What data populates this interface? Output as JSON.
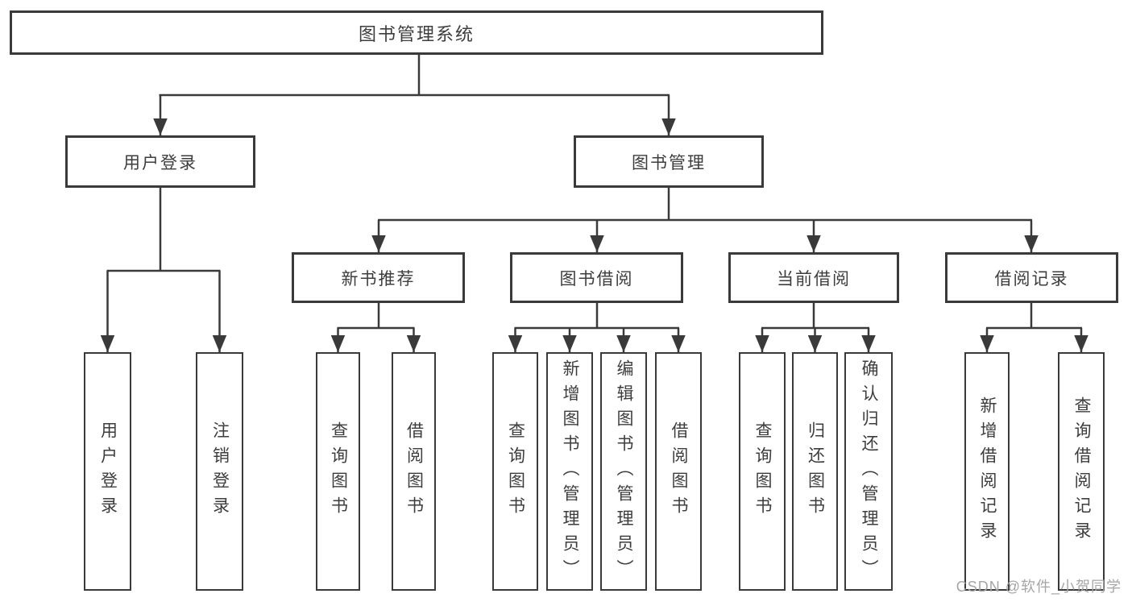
{
  "tree": {
    "label": "图书管理系统",
    "children": [
      {
        "label": "用户登录",
        "children": [
          {
            "label": "用户登录"
          },
          {
            "label": "注销登录"
          }
        ]
      },
      {
        "label": "图书管理",
        "children": [
          {
            "label": "新书推荐",
            "children": [
              {
                "label": "查询图书"
              },
              {
                "label": "借阅图书"
              }
            ]
          },
          {
            "label": "图书借阅",
            "children": [
              {
                "label": "查询图书"
              },
              {
                "label": "新增图书（管理员）"
              },
              {
                "label": "编辑图书（管理员）"
              },
              {
                "label": "借阅图书"
              }
            ]
          },
          {
            "label": "当前借阅",
            "children": [
              {
                "label": "查询图书"
              },
              {
                "label": "归还图书"
              },
              {
                "label": "确认归还（管理员）"
              }
            ]
          },
          {
            "label": "借阅记录",
            "children": [
              {
                "label": "新增借阅记录"
              },
              {
                "label": "查询借阅记录"
              }
            ]
          }
        ]
      }
    ]
  },
  "watermark": {
    "text": "CSDN @软件_小贺同学"
  },
  "colors": {
    "line": "#3a3a3a",
    "box_border": "#3a3a3a",
    "text": "#3d3d3d",
    "watermark": "#a6a6a6",
    "background": "#ffffff"
  }
}
